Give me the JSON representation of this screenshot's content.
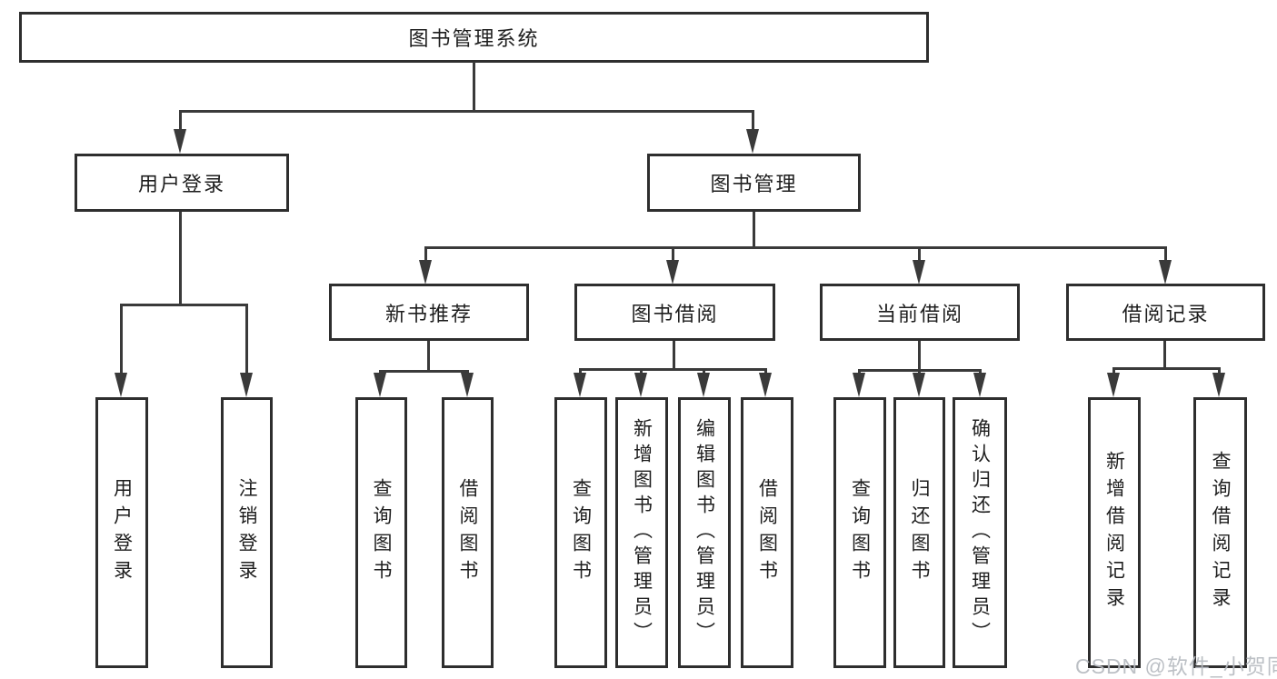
{
  "diagram": {
    "title": "图书管理系统",
    "nodes": {
      "root": "图书管理系统",
      "level2": [
        "用户登录",
        "图书管理"
      ],
      "level3": [
        "新书推荐",
        "图书借阅",
        "当前借阅",
        "借阅记录"
      ],
      "leaves_user_login": [
        "用户登录",
        "注销登录"
      ],
      "leaves_new_book": [
        "查询图书",
        "借阅图书"
      ],
      "leaves_book_borrow": [
        "查询图书",
        "新增图书（管理员）",
        "编辑图书（管理员）",
        "借阅图书"
      ],
      "leaves_current_borrow": [
        "查询图书",
        "归还图书",
        "确认归还（管理员）"
      ],
      "leaves_borrow_records": [
        "新增借阅记录",
        "查询借阅记录"
      ]
    },
    "watermark": "CSDN @软件_小贺同学",
    "colors": {
      "line": "#3a3a3a",
      "box_border": "#2e2e2e",
      "text": "#1e1e1e",
      "watermark": "#b7bbc1",
      "background": "#ffffff"
    }
  }
}
